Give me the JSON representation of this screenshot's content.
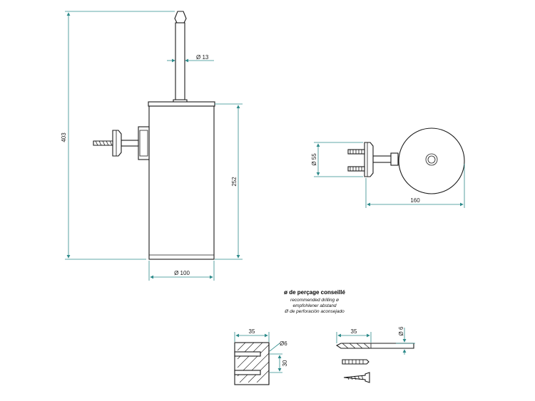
{
  "front_view": {
    "dim_total_height": "403",
    "dim_container_height": "252",
    "dim_handle_diameter": "Ø 13",
    "dim_container_diameter": "Ø 100"
  },
  "side_view": {
    "dim_plate_diameter": "Ø 55",
    "dim_projection": "160"
  },
  "drilling_note": {
    "title": "ø de perçage conseillé",
    "line_en": "recommended drilling ø",
    "line_de": "empfohlener abstand",
    "line_es": "Ø de perforación aconsejado"
  },
  "wall_detail": {
    "dim_depth": "35",
    "dim_spacing": "30",
    "dim_hole": "Ø6"
  },
  "fixing_detail": {
    "dim_depth": "35",
    "dim_drill": "Ø 6"
  }
}
